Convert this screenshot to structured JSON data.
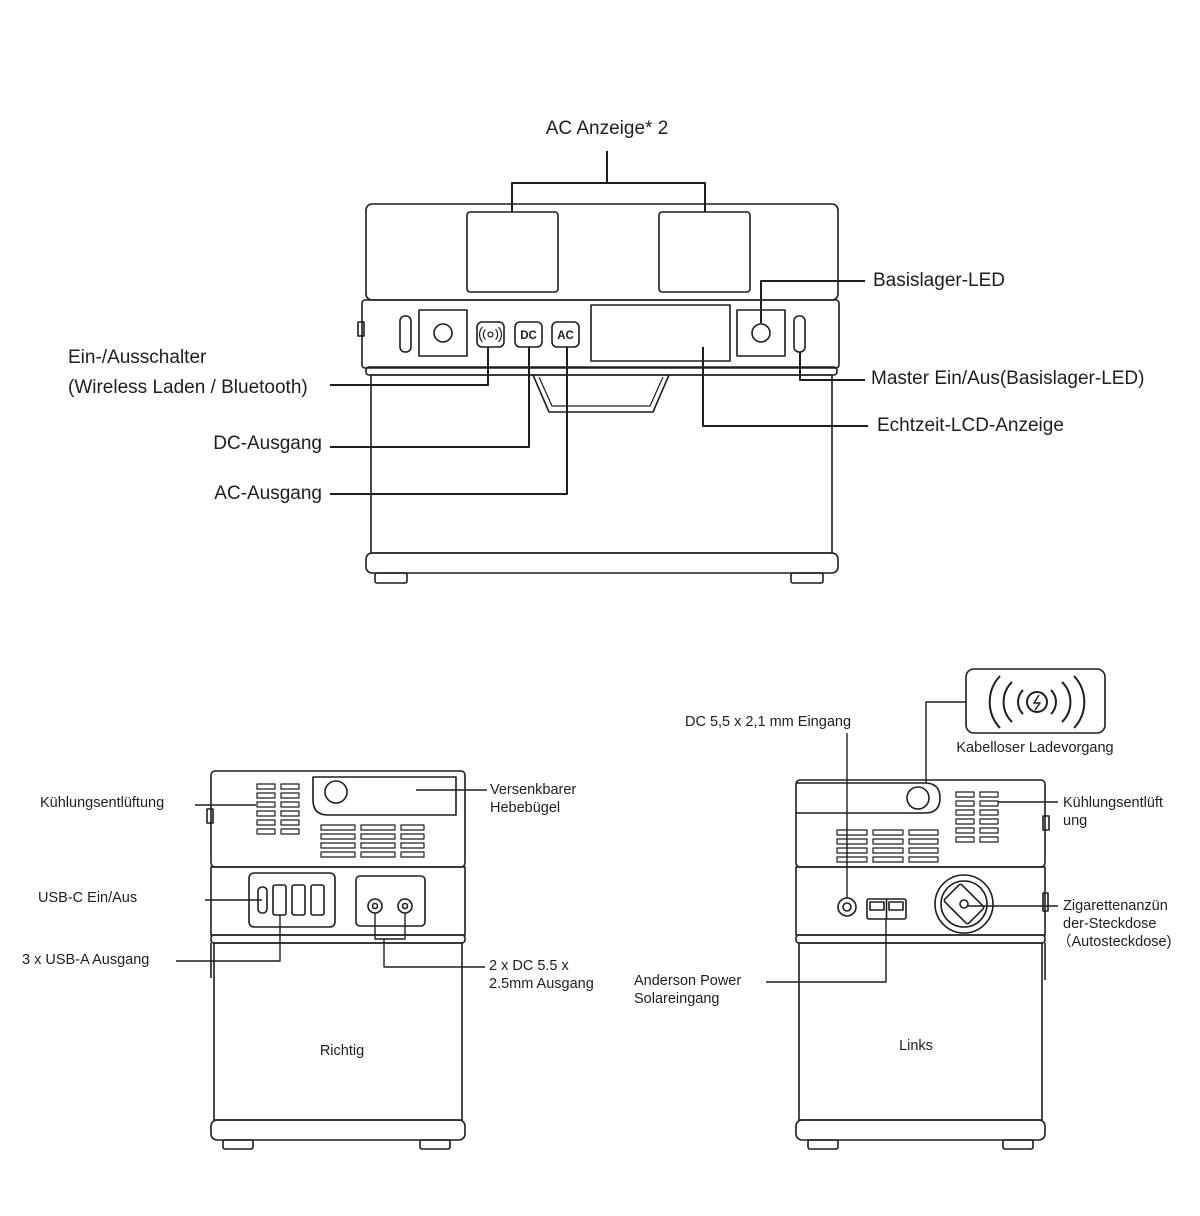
{
  "front": {
    "ac_indicator": "AC Anzeige* 2",
    "base_led": "Basislager-LED",
    "switch_line1": "Ein-/Ausschalter",
    "switch_line2": "(Wireless Laden / Bluetooth)",
    "master": "Master Ein/Aus(Basislager-LED)",
    "dc_output": "DC-Ausgang",
    "lcd": "Echtzeit-LCD-Anzeige",
    "ac_output": "AC-Ausgang",
    "btn_dc": "DC",
    "btn_ac": "AC"
  },
  "right_view": {
    "caption": "Richtig",
    "vent": "Kühlungsentlüftung",
    "handle_line1": "Versenkbarer",
    "handle_line2": "Hebebügel",
    "usbc": "USB-C Ein/Aus",
    "usba": "3 x USB-A Ausgang",
    "dc55_line1": "2 x DC 5.5 x",
    "dc55_line2": "2.5mm Ausgang"
  },
  "left_view": {
    "caption": "Links",
    "dc_input": "DC 5,5 x 2,1 mm Eingang",
    "wireless": "Kabelloser Ladevorgang",
    "vent_line1": "Kühlungsentlüft",
    "vent_line2": "ung",
    "cig_line1": "Zigarettenanzün",
    "cig_line2": "der-Steckdose",
    "cig_line3": "（Autosteckdose)",
    "anderson_line1": "Anderson Power",
    "anderson_line2": "Solareingang"
  },
  "colors": {
    "stroke": "#1e1e1e",
    "background": "#ffffff"
  }
}
